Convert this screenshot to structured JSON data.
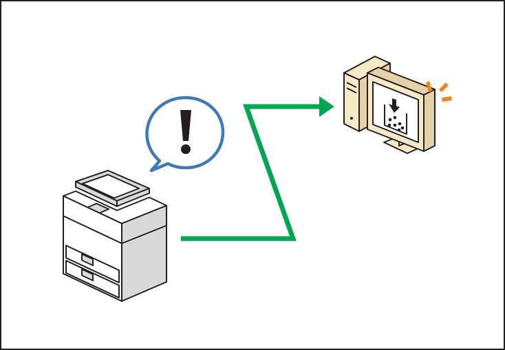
{
  "diagram": {
    "nodes": [
      {
        "id": "multifunction-printer",
        "icon": "multifunction-printer-icon"
      },
      {
        "id": "alert-bubble",
        "icon": "exclamation-speech-bubble-icon"
      },
      {
        "id": "client-computer",
        "icon": "desktop-computer-icon",
        "screen_icon": "toner-empty-icon"
      }
    ],
    "connectors": [
      {
        "from": "multifunction-printer",
        "to": "client-computer",
        "style": "zigzag-arrow"
      }
    ]
  },
  "colors": {
    "frame": "#231f20",
    "connector": "#00a651",
    "bubble_outline": "#3d7ab8",
    "alert_rays": "#f58220",
    "device_body": "#ffffff",
    "device_shade": "#d9d9d9",
    "computer_case": "#f6e9c6",
    "monitor": "#f6e9c6",
    "outline": "#231f20"
  }
}
